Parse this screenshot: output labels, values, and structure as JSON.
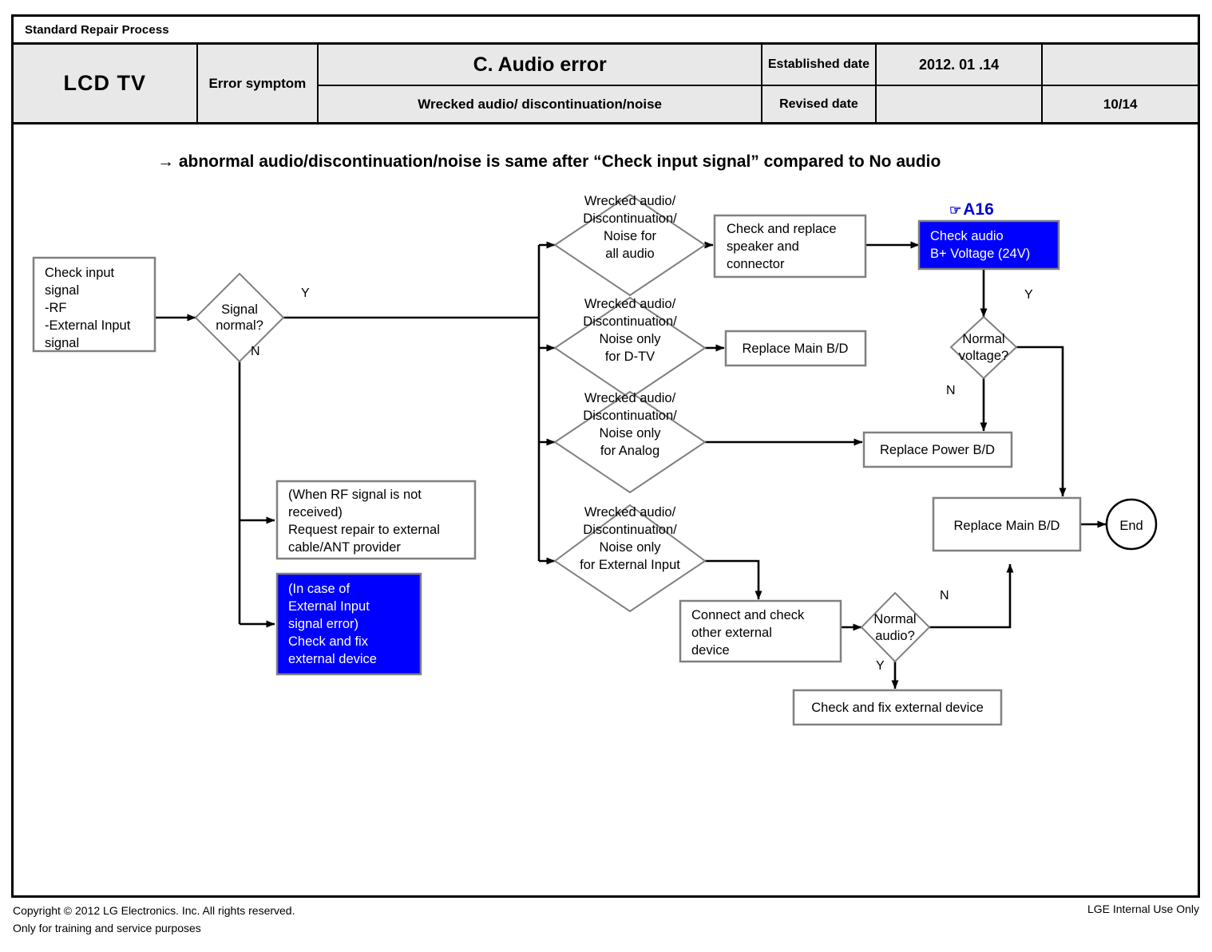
{
  "header": {
    "strip_title": "Standard Repair Process",
    "product": "LCD  TV",
    "error_symptom_label": "Error symptom",
    "error_title": "C. Audio error",
    "error_detail": "Wrecked audio/ discontinuation/noise",
    "established_date_label": "Established date",
    "established_date_value": "2012. 01 .14",
    "revised_date_label": "Revised date",
    "revised_date_value": "",
    "page_number": "10/14"
  },
  "subtitle": "→ abnormal audio/discontinuation/noise is same after “Check input signal” compared to No audio",
  "annotation": {
    "hand_icon": "☞",
    "ref_label": "A16",
    "color": "#0000cc"
  },
  "flow": {
    "nodes": {
      "check_input_signal": {
        "lines": [
          "Check input",
          "signal",
          "-RF",
          "-External Input",
          "signal"
        ]
      },
      "signal_normal": {
        "lines": [
          "Signal",
          "normal?"
        ]
      },
      "rf_not_received": {
        "lines": [
          "(When RF signal is not",
          "received)",
          "Request repair to external",
          "cable/ANT provider"
        ]
      },
      "external_input_error": {
        "lines": [
          "(In case of",
          "External Input",
          "signal error)",
          "Check and fix",
          "external device"
        ]
      },
      "all_audio": {
        "lines": [
          "Wrecked audio/",
          "Discontinuation/",
          "Noise for",
          "all audio"
        ]
      },
      "dtv_only": {
        "lines": [
          "Wrecked audio/",
          "Discontinuation/",
          "Noise only",
          "for D-TV"
        ]
      },
      "analog_only": {
        "lines": [
          "Wrecked audio/",
          "Discontinuation/",
          "Noise only",
          "for Analog"
        ]
      },
      "external_input_only": {
        "lines": [
          "Wrecked audio/",
          "Discontinuation/",
          "Noise only",
          "for External Input"
        ]
      },
      "check_replace_speaker": {
        "lines": [
          "Check and replace",
          "speaker and",
          "connector"
        ]
      },
      "check_audio_voltage": {
        "lines": [
          "Check audio",
          "B+ Voltage (24V)"
        ]
      },
      "replace_main_bd_dtv": {
        "lines": [
          "Replace Main B/D"
        ]
      },
      "normal_voltage": {
        "lines": [
          "Normal",
          "voltage?"
        ]
      },
      "replace_power_bd": {
        "lines": [
          "Replace Power B/D"
        ]
      },
      "replace_main_bd_final": {
        "lines": [
          "Replace Main B/D"
        ]
      },
      "end": {
        "lines": [
          "End"
        ]
      },
      "connect_check_other": {
        "lines": [
          "Connect and check",
          "other external",
          "device"
        ]
      },
      "normal_audio": {
        "lines": [
          "Normal",
          "audio?"
        ]
      },
      "check_fix_external": {
        "lines": [
          "Check and fix external device"
        ]
      }
    },
    "edge_labels": {
      "signal_yes": "Y",
      "signal_no": "N",
      "voltage_yes": "Y",
      "voltage_no": "N",
      "audio_yes": "Y",
      "audio_no": "N"
    }
  },
  "footer": {
    "copyright_line1": "Copyright © 2012 LG Electronics. Inc. All rights reserved.",
    "copyright_line2": "Only for training and service purposes",
    "internal_use": "LGE Internal Use Only"
  }
}
